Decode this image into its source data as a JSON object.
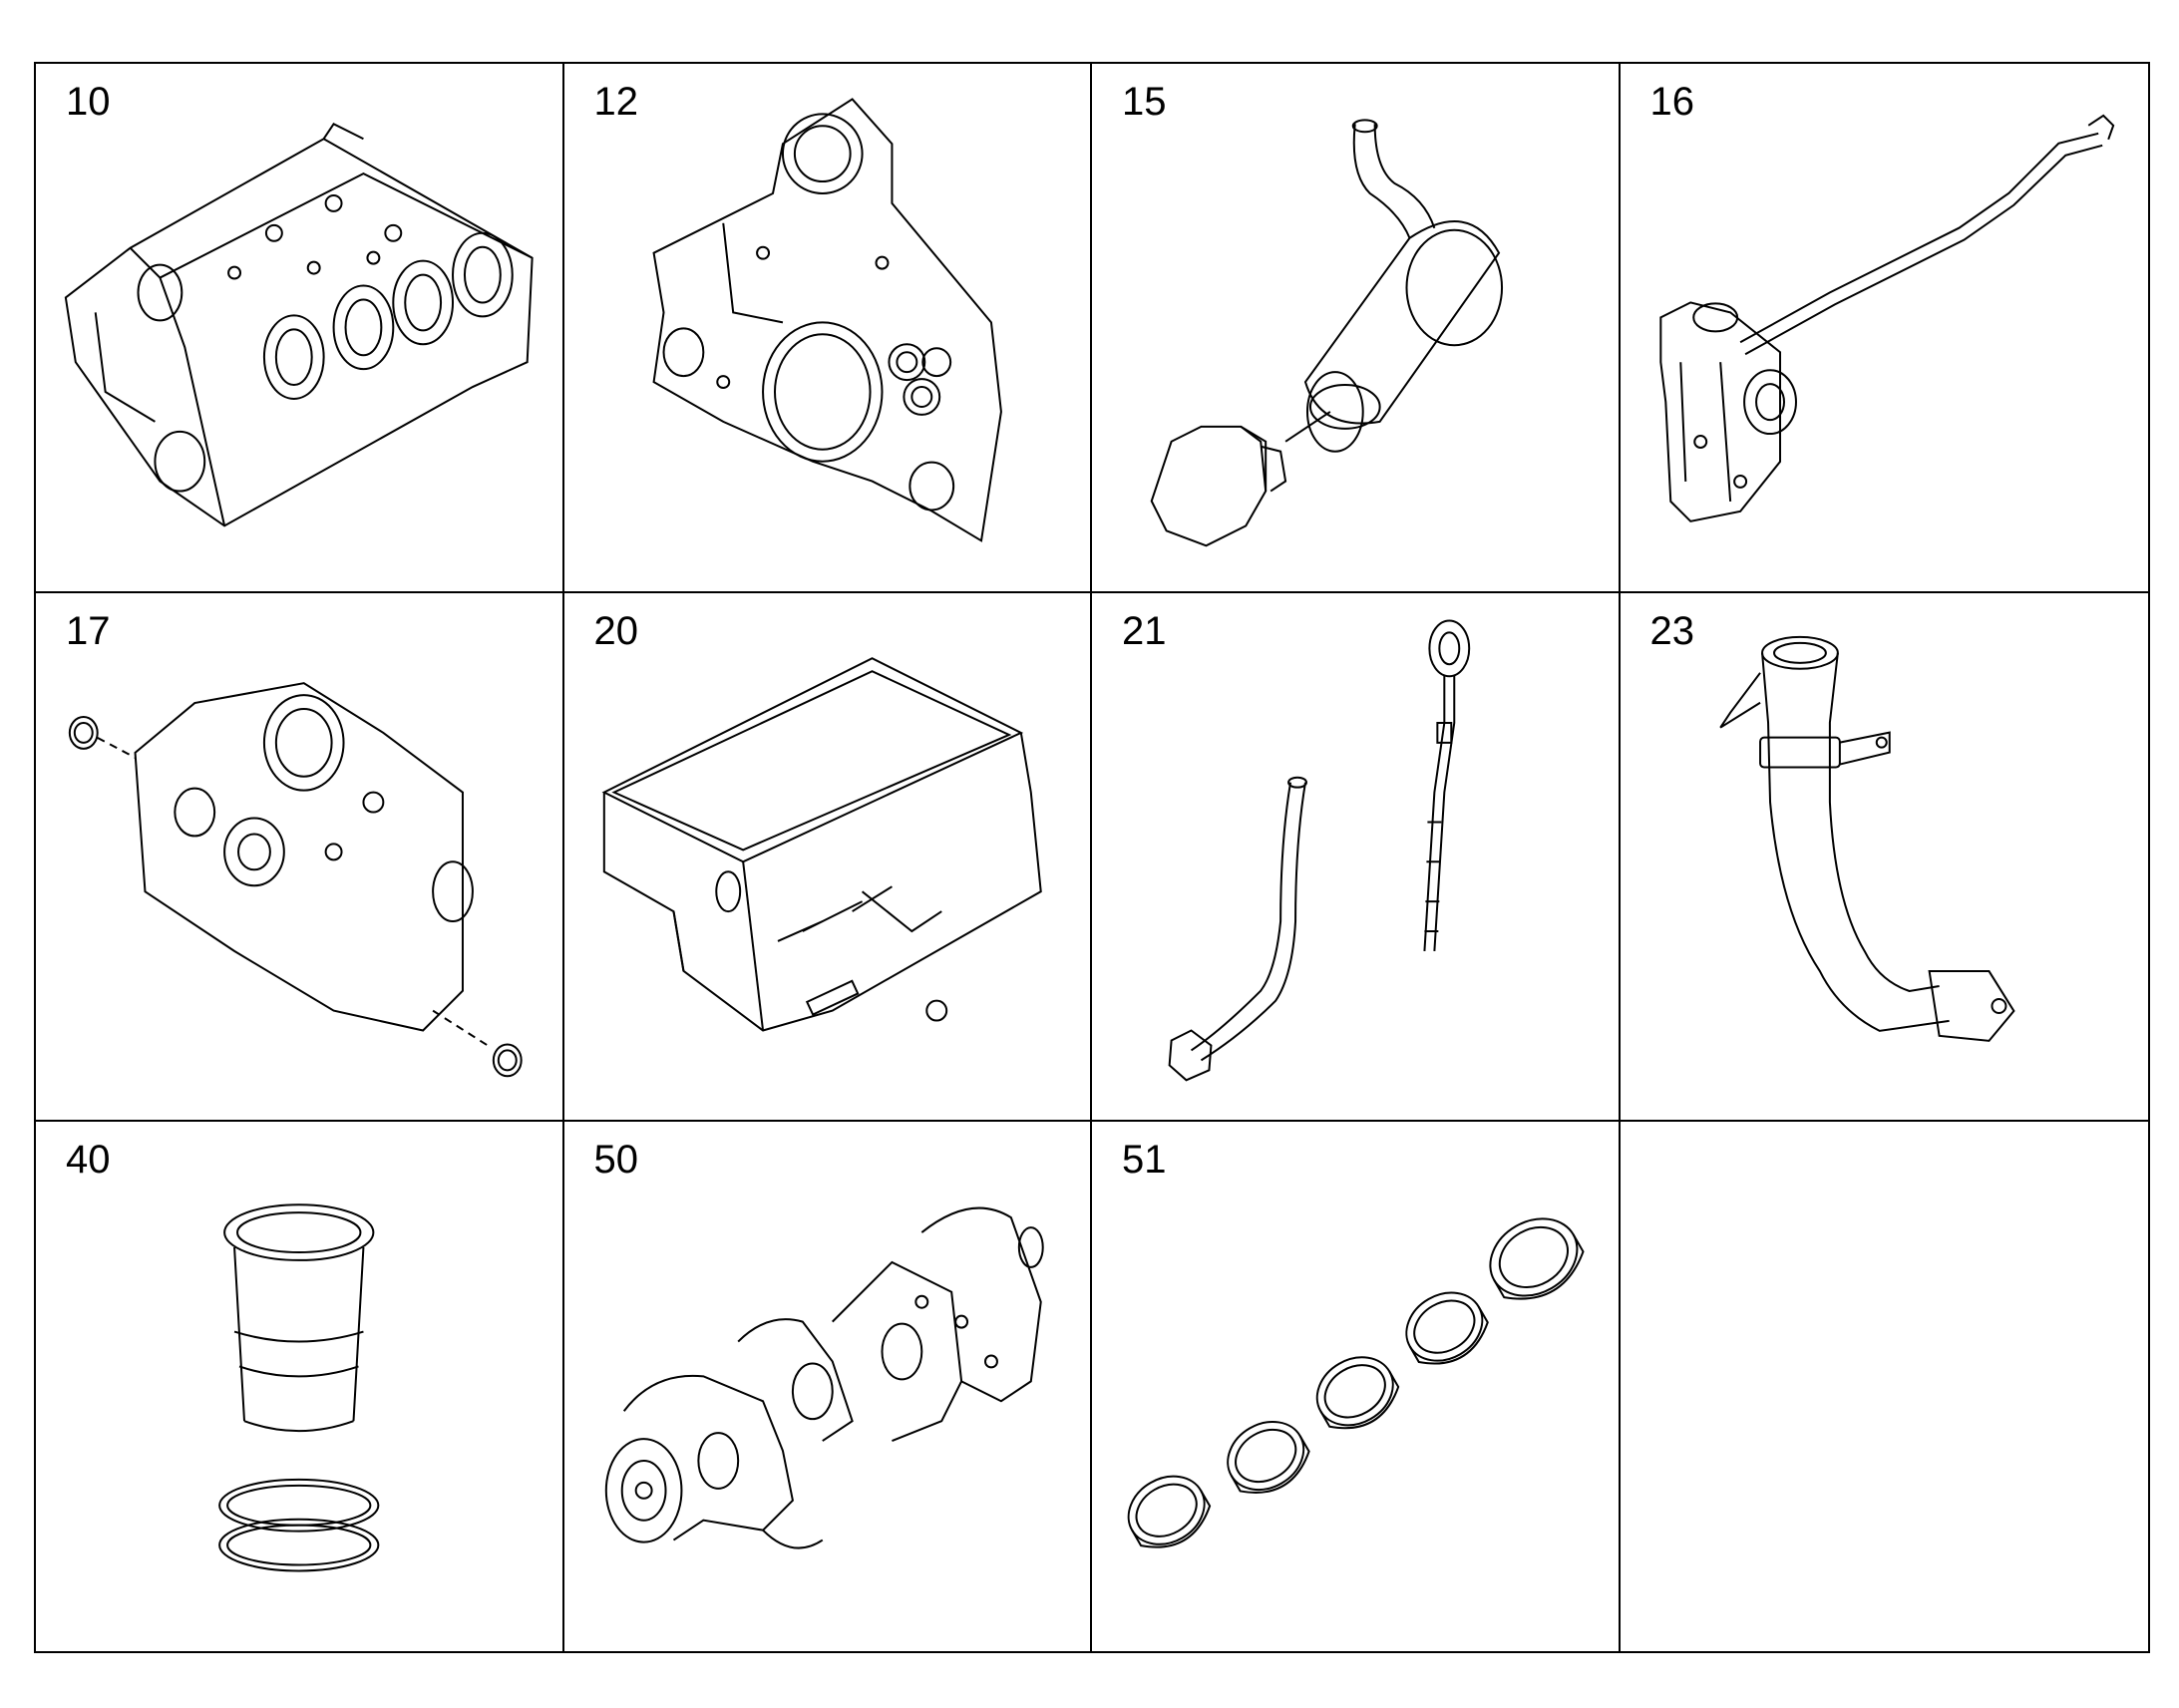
{
  "parts": [
    {
      "number": "10",
      "icon": "engine-block-icon"
    },
    {
      "number": "12",
      "icon": "timing-case-cover-icon"
    },
    {
      "number": "15",
      "icon": "oil-filler-plug-icon"
    },
    {
      "number": "16",
      "icon": "oil-pump-icon"
    },
    {
      "number": "17",
      "icon": "block-plug-icon"
    },
    {
      "number": "20",
      "icon": "oil-pan-icon"
    },
    {
      "number": "21",
      "icon": "dipstick-icon"
    },
    {
      "number": "23",
      "icon": "oil-filler-pipe-icon"
    },
    {
      "number": "40",
      "icon": "cylinder-liner-icon"
    },
    {
      "number": "50",
      "icon": "crankshaft-icon"
    },
    {
      "number": "51",
      "icon": "main-bearing-shells-icon"
    },
    {
      "number": "",
      "icon": ""
    }
  ],
  "colors": {
    "line": "#000000",
    "background": "#ffffff"
  }
}
